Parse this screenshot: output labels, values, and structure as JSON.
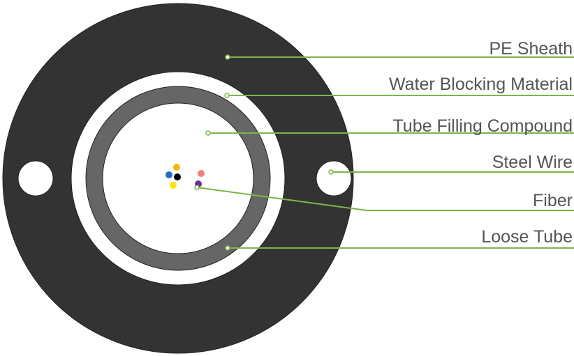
{
  "colors": {
    "sheath": "#333333",
    "loose_tube": "#666666",
    "leader_line": "#7ab648",
    "label_text": "#555555"
  },
  "callouts": [
    {
      "id": "pe-sheath",
      "label": "PE Sheath"
    },
    {
      "id": "water-blocking-material",
      "label": "Water Blocking Material"
    },
    {
      "id": "tube-filling-compound",
      "label": "Tube Filling Compound"
    },
    {
      "id": "steel-wire",
      "label": "Steel Wire"
    },
    {
      "id": "fiber",
      "label": "Fiber"
    },
    {
      "id": "loose-tube",
      "label": "Loose Tube"
    }
  ],
  "fiber_colors": [
    "#1e6fc5",
    "#f5b800",
    "#000000",
    "#ffe600",
    "#f08080",
    "#6a2d9c"
  ]
}
